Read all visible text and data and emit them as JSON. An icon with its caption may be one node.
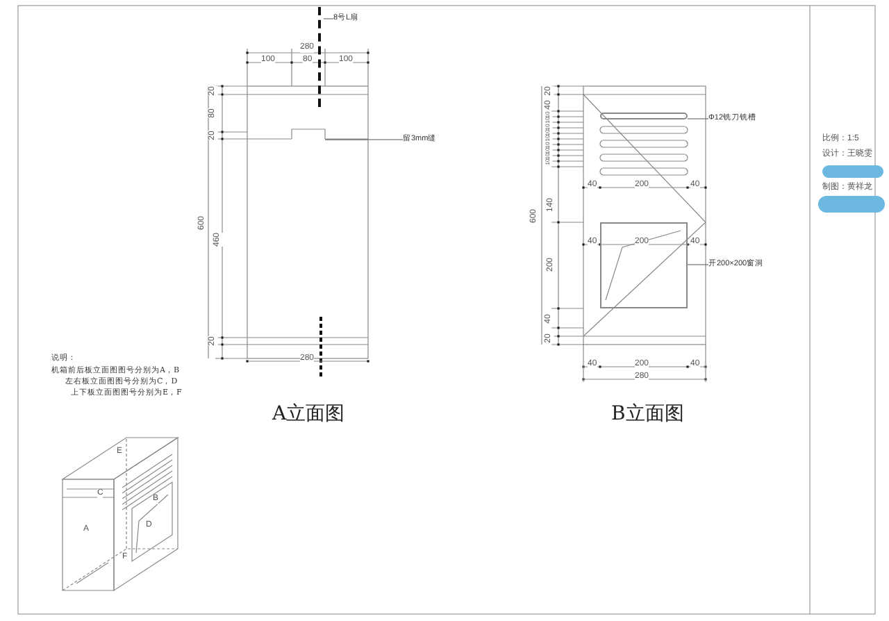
{
  "diagram": {
    "nodes": [
      {
        "text": [
          "8号L扇"
        ]
      },
      {
        "text": [],
        "shape": "bar"
      },
      {
        "text": [
          "留3mm缝"
        ]
      },
      {
        "text": [],
        "shape": "bar"
      },
      {
        "text": [
          "Φ12铣刀铣槽"
        ]
      },
      {
        "text": [],
        "shape": "box"
      },
      {
        "text": [
          "开200×200窗洞"
        ]
      },
      {
        "text": [],
        "shape": "box"
      }
    ],
    "edges": [
      {
        "from": 0,
        "to": 1,
        "arrow": "none"
      },
      {
        "from": 2,
        "to": 3,
        "arrow": "none"
      },
      {
        "from": 4,
        "to": 5,
        "arrow": "none"
      },
      {
        "from": 6,
        "to": 7,
        "arrow": "none"
      }
    ],
    "labels": [
      "280",
      "100",
      "80",
      "100",
      "20",
      "80",
      "20",
      "600",
      "460",
      "20",
      "280",
      "20",
      "40",
      "10",
      "10",
      "10",
      "10",
      "10",
      "10",
      "10",
      "10",
      "10",
      "140",
      "600",
      "40",
      "200",
      "40",
      "40",
      "200",
      "40",
      "200",
      "40",
      "20",
      "40",
      "200",
      "40",
      "280",
      "比例：1:5",
      "设计：王晓雯",
      "制图：黄祥龙",
      "说明：",
      "机箱前后板立面图图号分别为A，B",
      "左右板立面图图号分别为C，D",
      "上下板立面图图号分别为E，F",
      "A立面图",
      "B立面图",
      "E",
      "B",
      "C",
      "D",
      "A",
      "F"
    ]
  }
}
